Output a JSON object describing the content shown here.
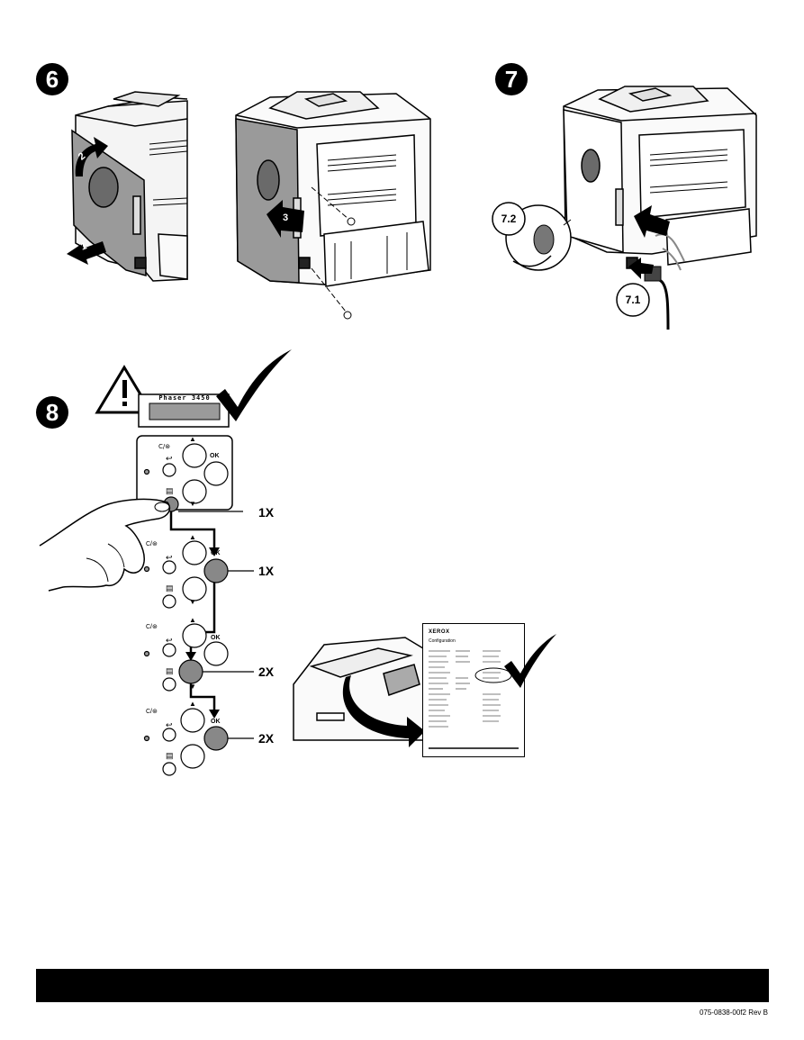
{
  "steps": {
    "step6": "6",
    "step7": "7",
    "step8": "8"
  },
  "step6": {
    "arrow1": "1",
    "arrow2": "2",
    "arrow3": "3"
  },
  "step7": {
    "callout_power_switch": "7.2",
    "callout_power_cord": "7.1"
  },
  "step8": {
    "lcd_text": "Phaser 3450",
    "ok_label": "OK",
    "up_symbol": "▲",
    "down_symbol": "▼",
    "press_counts": [
      "1X",
      "1X",
      "2X",
      "2X"
    ],
    "config_page": {
      "brand": "XEROX",
      "title": "Configuration"
    }
  },
  "footer": {
    "doc_id": "075-0838-00f2 Rev B"
  }
}
